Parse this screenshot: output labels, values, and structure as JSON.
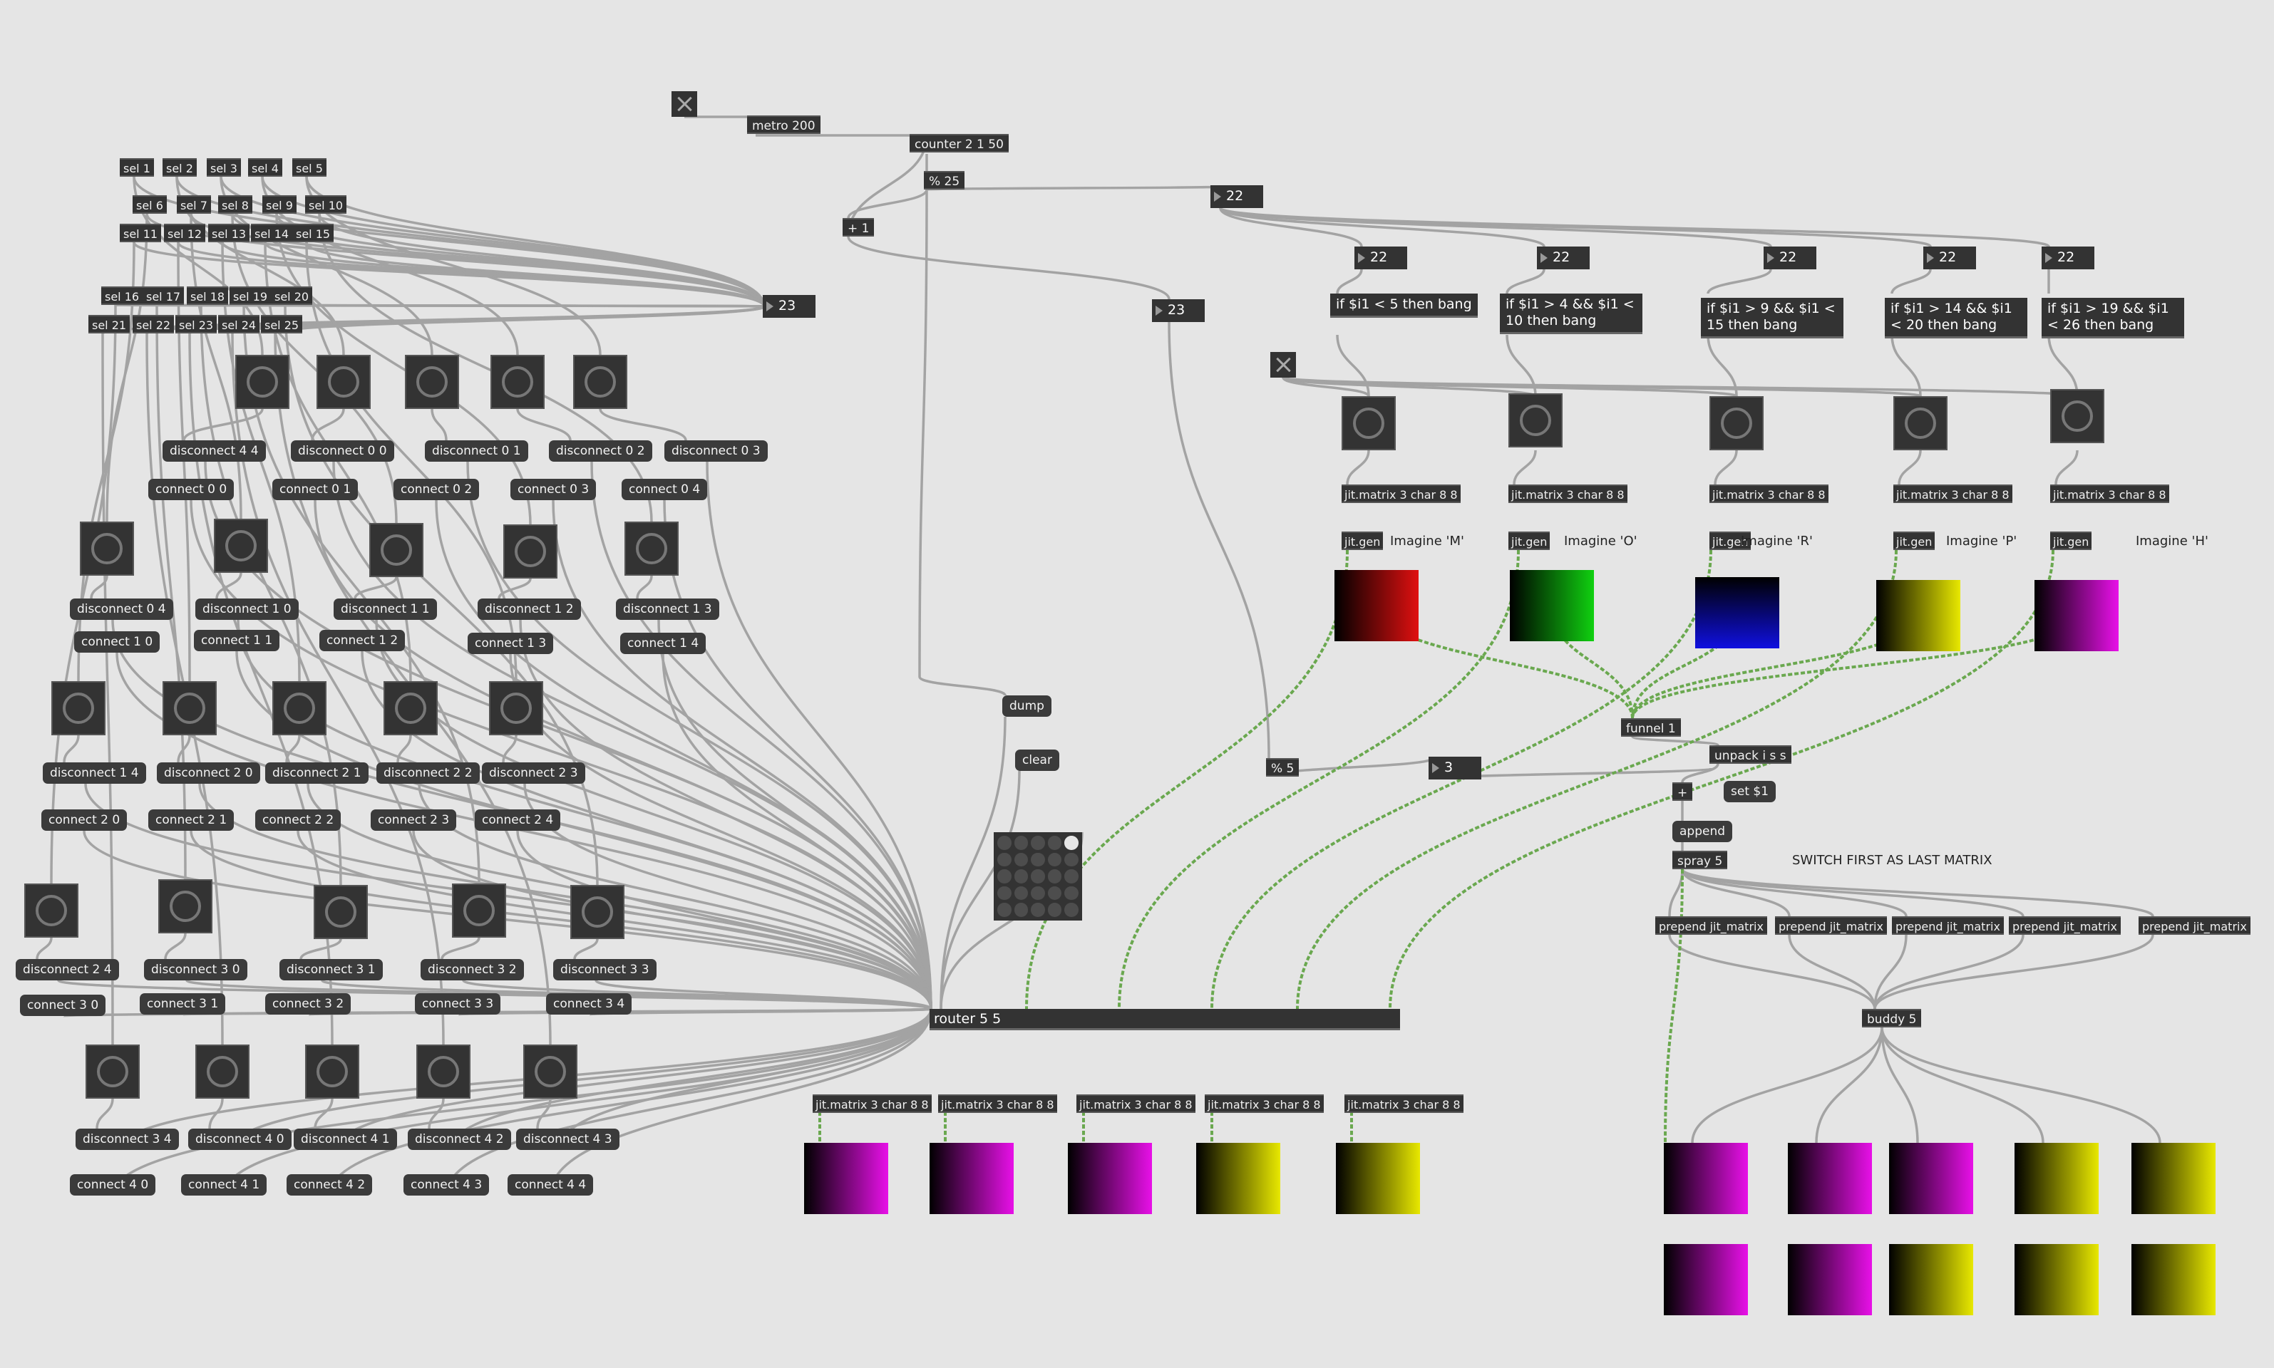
{
  "colors": {
    "background": "#e5e5e5",
    "object": "#333333",
    "patchcord": "#a3a3a3",
    "matrix_cord": "#6aa84f",
    "red": "#e01010",
    "green": "#10d010",
    "blue": "#1010e0",
    "yellow": "#e8e800",
    "magenta": "#e810e8"
  },
  "toggles": [
    {
      "name": "metro-toggle",
      "icon": "x-icon"
    },
    {
      "name": "bang-enable-toggle",
      "icon": "x-icon"
    }
  ],
  "top": {
    "metro": "metro 200",
    "counter": "counter 2 1 50",
    "mod25": "% 25",
    "plus1": "+ 1",
    "num_main": "22",
    "num_23a": "23",
    "num_23b": "23",
    "mod5": "% 5",
    "num_3": "3"
  },
  "sels": [
    "sel 1",
    "sel 2",
    "sel 3",
    "sel 4",
    "sel 5",
    "sel 6",
    "sel 7",
    "sel 8",
    "sel 9",
    "sel 10",
    "sel 11",
    "sel 12",
    "sel 13",
    "sel 14",
    "sel 15",
    "sel 16",
    "sel 17",
    "sel 18",
    "sel 19",
    "sel 20",
    "sel 21",
    "sel 22",
    "sel 23",
    "sel 24",
    "sel 25"
  ],
  "disconnect": [
    "disconnect 4 4",
    "disconnect 0 0",
    "disconnect 0 1",
    "disconnect 0 2",
    "disconnect 0 3",
    "disconnect 0 4",
    "disconnect 1 0",
    "disconnect 1 1",
    "disconnect 1 2",
    "disconnect 1 3",
    "disconnect 1 4",
    "disconnect 2 0",
    "disconnect 2 1",
    "disconnect 2 2",
    "disconnect 2 3",
    "disconnect 2 4",
    "disconnect 3 0",
    "disconnect 3 1",
    "disconnect 3 2",
    "disconnect 3 3",
    "disconnect 3 4",
    "disconnect 4 0",
    "disconnect 4 1",
    "disconnect 4 2",
    "disconnect 4 3"
  ],
  "connect": [
    "connect 0 0",
    "connect 0 1",
    "connect 0 2",
    "connect 0 3",
    "connect 0 4",
    "connect 1 0",
    "connect 1 1",
    "connect 1 2",
    "connect 1 3",
    "connect 1 4",
    "connect 2 0",
    "connect 2 1",
    "connect 2 2",
    "connect 2 3",
    "connect 2 4",
    "connect 3 0",
    "connect 3 1",
    "connect 3 2",
    "connect 3 3",
    "connect 3 4",
    "connect 4 0",
    "connect 4 1",
    "connect 4 2",
    "connect 4 3",
    "connect 4 4"
  ],
  "letters": [
    {
      "num": "22",
      "cond": "if $i1 < 5 then bang",
      "jm": "jit.matrix 3 char 8 8",
      "gen": "jit.gen",
      "label": "Imagine 'M'",
      "color": "red"
    },
    {
      "num": "22",
      "cond": "if $i1 > 4 && $i1 < 10 then bang",
      "jm": "jit.matrix 3 char 8 8",
      "gen": "jit.gen",
      "label": "Imagine 'O'",
      "color": "green"
    },
    {
      "num": "22",
      "cond": "if $i1 > 9 && $i1 < 15 then bang",
      "jm": "jit.matrix 3 char 8 8",
      "gen": "jit.gen",
      "label": "Imagine 'R'",
      "color": "blue"
    },
    {
      "num": "22",
      "cond": "if $i1 > 14 && $i1 < 20 then bang",
      "jm": "jit.matrix 3 char 8 8",
      "gen": "jit.gen",
      "label": "Imagine 'P'",
      "color": "yellow"
    },
    {
      "num": "22",
      "cond": "if $i1 > 19 && $i1 < 26 then bang",
      "jm": "jit.matrix 3 char 8 8",
      "gen": "jit.gen",
      "label": "Imagine 'H'",
      "color": "magenta"
    }
  ],
  "mid": {
    "dump": "dump",
    "clear": "clear",
    "router": "router 5 5",
    "funnel": "funnel 1",
    "unpack": "unpack i s s",
    "plus": "+",
    "set": "set $1",
    "append": "append",
    "spray": "spray 5",
    "buddy": "buddy 5",
    "note": "SWITCH FIRST AS LAST MATRIX"
  },
  "matrix_grid": [
    0,
    0,
    0,
    0,
    1,
    0,
    0,
    0,
    0,
    0,
    0,
    0,
    0,
    0,
    0,
    0,
    0,
    0,
    0,
    0,
    0,
    0,
    0,
    0,
    0
  ],
  "router_outputs": [
    {
      "label": "jit.matrix 3 char 8 8",
      "color": "magenta"
    },
    {
      "label": "jit.matrix 3 char 8 8",
      "color": "magenta"
    },
    {
      "label": "jit.matrix 3 char 8 8",
      "color": "magenta"
    },
    {
      "label": "jit.matrix 3 char 8 8",
      "color": "yellow"
    },
    {
      "label": "jit.matrix 3 char 8 8",
      "color": "yellow"
    }
  ],
  "prepends": [
    "prepend jit_matrix",
    "prepend jit_matrix",
    "prepend jit_matrix",
    "prepend jit_matrix",
    "prepend jit_matrix"
  ],
  "right_swatches_top": [
    "magenta",
    "magenta",
    "magenta",
    "yellow",
    "yellow"
  ],
  "right_swatches_bottom": [
    "magenta",
    "magenta",
    "yellow",
    "yellow",
    "yellow"
  ]
}
